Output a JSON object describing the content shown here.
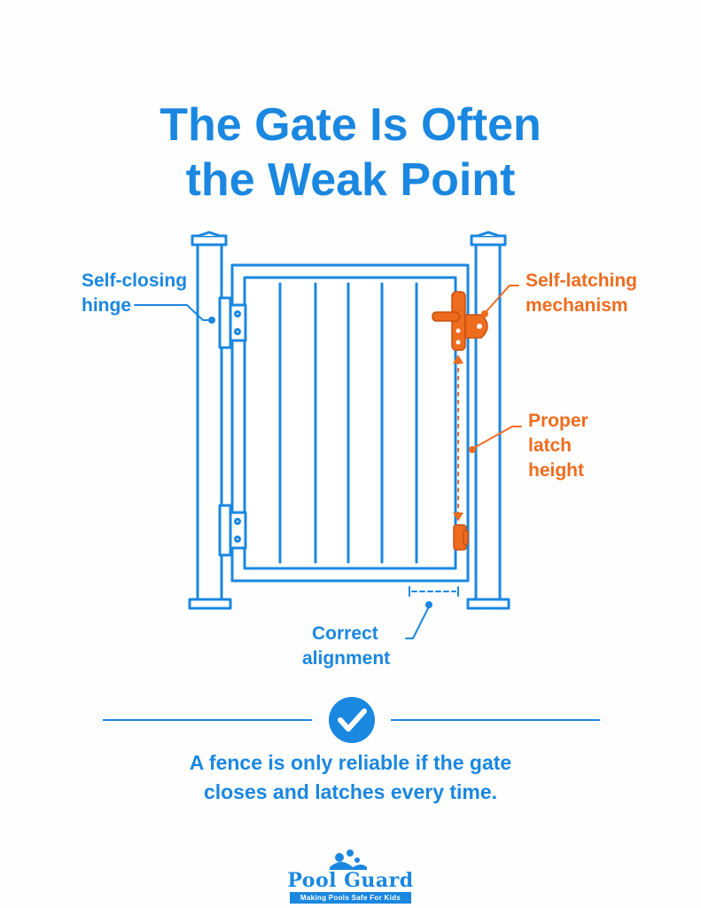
{
  "title": {
    "line1": "The Gate Is Often",
    "line2": "the Weak Point"
  },
  "callouts": {
    "hinge": {
      "line1": "Self-closing",
      "line2": "hinge"
    },
    "latch": {
      "line1": "Self-latching",
      "line2": "mechanism"
    },
    "height": {
      "line1": "Proper",
      "line2": "latch",
      "line3": "height"
    },
    "alignment": {
      "line1": "Correct",
      "line2": "alignment"
    }
  },
  "footer": {
    "line1": "A fence is only reliable if the gate",
    "line2": "closes and latches every time."
  },
  "logo": {
    "name": "Pool Guard",
    "tagline": "Making Pools Safe For Kids"
  },
  "colors": {
    "primary_blue": "#1a87e0",
    "accent_orange": "#ee6c1e",
    "background": "#fefefe"
  },
  "icons": [
    "check-circle-icon",
    "pool-guard-logo-icon"
  ]
}
